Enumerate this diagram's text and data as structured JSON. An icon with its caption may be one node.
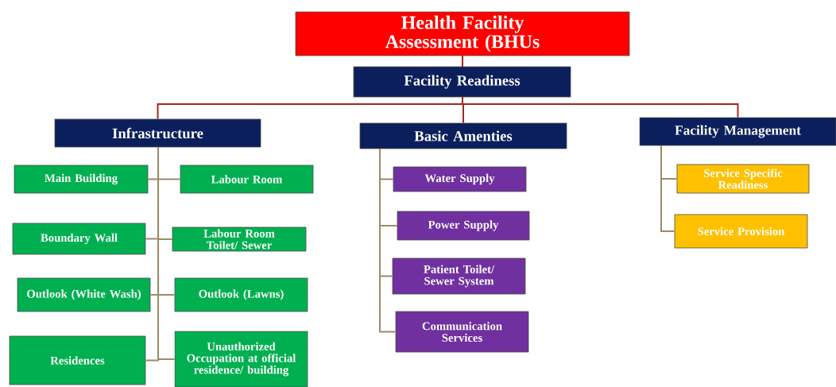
{
  "diagram": {
    "nodes": [
      {
        "text": [
          "Health Facility Assessment (BHUs"
        ]
      },
      {
        "text": [
          "Facility Readiness"
        ]
      },
      {
        "text": [
          "Infrastructure"
        ]
      },
      {
        "text": [
          "Basic Amenties"
        ]
      },
      {
        "text": [
          "Facility Management"
        ]
      },
      {
        "text": [
          "Main Building"
        ]
      },
      {
        "text": [
          "Labour Room"
        ]
      },
      {
        "text": [
          "Boundary Wall"
        ]
      },
      {
        "text": [
          "Labour Room Toilet/ Sewer"
        ]
      },
      {
        "text": [
          "Outlook (White Wash)"
        ]
      },
      {
        "text": [
          "Outlook (Lawns)"
        ]
      },
      {
        "text": [
          "Residences"
        ]
      },
      {
        "text": [
          "Unauthorized Occupation at official residence/ building"
        ]
      },
      {
        "text": [
          "Water Supply"
        ]
      },
      {
        "text": [
          "Power Supply"
        ]
      },
      {
        "text": [
          "Patient Toilet/ Sewer System"
        ]
      },
      {
        "text": [
          "Communication Services"
        ]
      },
      {
        "text": [
          "Service Specific Readiness"
        ]
      },
      {
        "text": [
          "Service Provision"
        ]
      }
    ],
    "edges": [
      {
        "from": 0,
        "to": 1,
        "arrow": "none",
        "color": "#a3281e"
      },
      {
        "from": 1,
        "to": 2,
        "arrow": "none",
        "color": "#a3281e"
      },
      {
        "from": 1,
        "to": 3,
        "arrow": "none",
        "color": "#a3281e"
      },
      {
        "from": 1,
        "to": 4,
        "arrow": "none",
        "color": "#a3281e"
      },
      {
        "from": 2,
        "to": 5,
        "arrow": "none"
      },
      {
        "from": 2,
        "to": 6,
        "arrow": "none"
      },
      {
        "from": 2,
        "to": 7,
        "arrow": "none"
      },
      {
        "from": 2,
        "to": 8,
        "arrow": "none"
      },
      {
        "from": 2,
        "to": 9,
        "arrow": "none"
      },
      {
        "from": 2,
        "to": 10,
        "arrow": "none"
      },
      {
        "from": 2,
        "to": 11,
        "arrow": "none"
      },
      {
        "from": 2,
        "to": 12,
        "arrow": "none"
      },
      {
        "from": 3,
        "to": 13,
        "arrow": "none"
      },
      {
        "from": 3,
        "to": 14,
        "arrow": "none"
      },
      {
        "from": 3,
        "to": 15,
        "arrow": "none"
      },
      {
        "from": 3,
        "to": 16,
        "arrow": "none"
      },
      {
        "from": 4,
        "to": 17,
        "arrow": "none"
      },
      {
        "from": 4,
        "to": 18,
        "arrow": "none"
      }
    ]
  }
}
